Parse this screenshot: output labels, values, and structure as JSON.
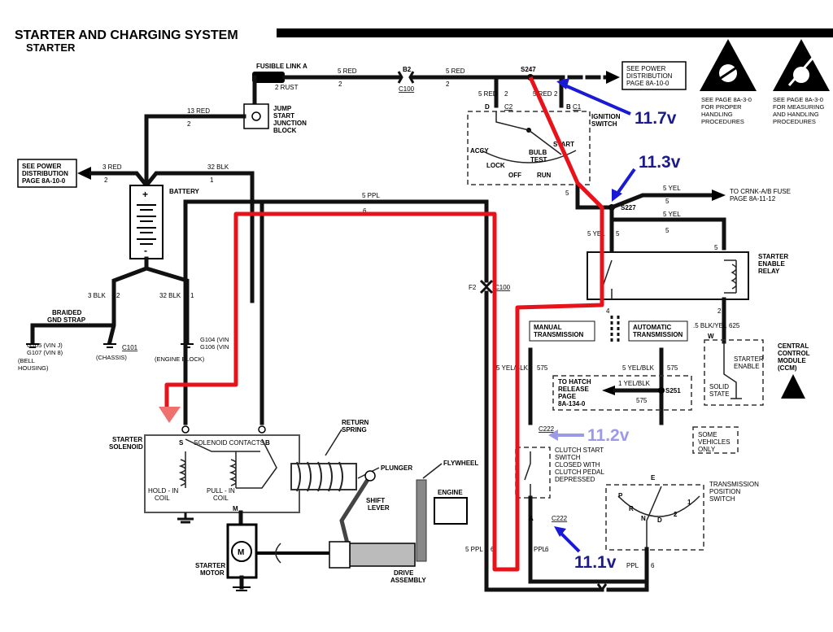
{
  "header": {
    "title": "STARTER AND CHARGING SYSTEM",
    "subtitle": "STARTER"
  },
  "top_wiring": {
    "fusible_link": "FUSIBLE LINK A",
    "rust": "2 RUST",
    "red5_a": "5 RED",
    "num2_a": "2",
    "b2": "B2",
    "c100": "C100",
    "red5_b": "5 RED",
    "num2_b": "2",
    "s247": "S247",
    "power_dist": "SEE POWER DISTRIBUTION PAGE 8A-10-0",
    "red13": "13 RED",
    "num2_c": "2",
    "jump_start": "JUMP START JUNCTION BLOCK"
  },
  "esd": {
    "left_text": "SEE PAGE 8A-3-0 FOR PROPER HANDLING PROCEDURES",
    "right_text": "SEE PAGE 8A-3-0 FOR MEASURING AND HANDLING PROCEDURES"
  },
  "ignition": {
    "red5_d": "5 RED",
    "num2_d": "2",
    "d": "D",
    "c2": "C2",
    "red5_e": "5 RED",
    "e2": "2",
    "b": "B",
    "c1": "C1",
    "label": "IGNITION SWITCH",
    "accy": "ACCY",
    "lock": "LOCK",
    "off": "OFF",
    "bulb_test": "BULB TEST",
    "start": "START",
    "run": "RUN"
  },
  "battery": {
    "power_dist": "SEE POWER DISTRIBUTION PAGE 8A-10-0",
    "red3": "3 RED",
    "num2": "2",
    "blk32": "32 BLK",
    "num1": "1",
    "label": "BATTERY",
    "plus": "+",
    "minus": "-",
    "blk3": "3 BLK",
    "blk3_n": "2",
    "blk32b": "32 BLK",
    "blk32b_n": "1",
    "braided": "BRAIDED GND STRAP",
    "g105": "G105 (VIN J)",
    "g107": "G107 (VIN 8)",
    "bell": "(BELL HOUSING)",
    "c101": "C101",
    "chassis": "(CHASSIS)",
    "g104": "G104 (VIN",
    "g106": "G106 (VIN",
    "engine_block": "(ENGINE BLOCK)"
  },
  "mid_wiring": {
    "ppl5": "5 PPL",
    "num6": "6",
    "f2": "F2",
    "c100": "C100"
  },
  "relay": {
    "yel5_top": "5 YEL",
    "n5_top": "5",
    "to_crnk": "TO CRNK-A/B FUSE PAGE 8A-11-12",
    "s227": "S227",
    "yel5_b": "5 YEL",
    "n5_b": "5",
    "yel5_left": "5 YEL",
    "n5_left": "5",
    "n5_right": "5",
    "label": "STARTER ENABLE RELAY",
    "n4": "4",
    "n2": "2",
    "blk_yel": ".5 BLK/YEL",
    "n625": "625",
    "n5_s": "5"
  },
  "transmission": {
    "manual": "MANUAL TRANSMISSION",
    "automatic": "AUTOMATIC TRANSMISSION",
    "yel_blk5": "5 YEL/BLK",
    "n575": "575",
    "yel_blk5b": "5 YEL/BLK",
    "n575b": "575",
    "to_hatch": "TO HATCH RELEASE PAGE 8A-134-0",
    "yel_blk1": "1 YEL/BLK",
    "n575c": "575",
    "s251": "S251",
    "some_vehicles": "SOME VEHICLES ONLY",
    "c222_top": "C222",
    "clutch": "CLUTCH START SWITCH CLOSED WITH CLUTCH PEDAL DEPRESSED",
    "a": "A",
    "c222_bot": "C222",
    "ppl": "PPL",
    "n6": "6",
    "ppl5": "5 PPL",
    "n6b": "6",
    "e": "E",
    "tps": "TRANSMISSION POSITION SWITCH",
    "p": "P",
    "r": "R",
    "n": "N",
    "d": "D",
    "two": "2",
    "one": "1",
    "ppl_b": "PPL",
    "n6c": "6"
  },
  "ccm": {
    "label": "CENTRAL CONTROL MODULE (CCM)",
    "starter_enable": "STARTER ENABLE",
    "solid_state": "SOLID STATE",
    "w": "W"
  },
  "starter": {
    "solenoid_label": "STARTER SOLENOID",
    "s": "S",
    "contacts": "SOLENOID CONTACTS",
    "b": "B",
    "hold_in": "HOLD - IN COIL",
    "pull_in": "PULL - IN COIL",
    "m": "M",
    "return_spring": "RETURN SPRING",
    "plunger": "PLUNGER",
    "flywheel": "FLYWHEEL",
    "engine": "ENGINE",
    "shift_lever": "SHIFT LEVER",
    "motor_label": "STARTER MOTOR",
    "motor_m": "M",
    "drive": "DRIVE ASSEMBLY"
  },
  "annotations": {
    "v1": "11.7v",
    "v2": "11.3v",
    "v3": "11.2v",
    "v4": "11.1v",
    "color_dark": "#1b1b8a",
    "color_light": "#9a9ae6"
  },
  "colors": {
    "highlight": "#e8121b",
    "arrow": "#1a1ad6"
  }
}
